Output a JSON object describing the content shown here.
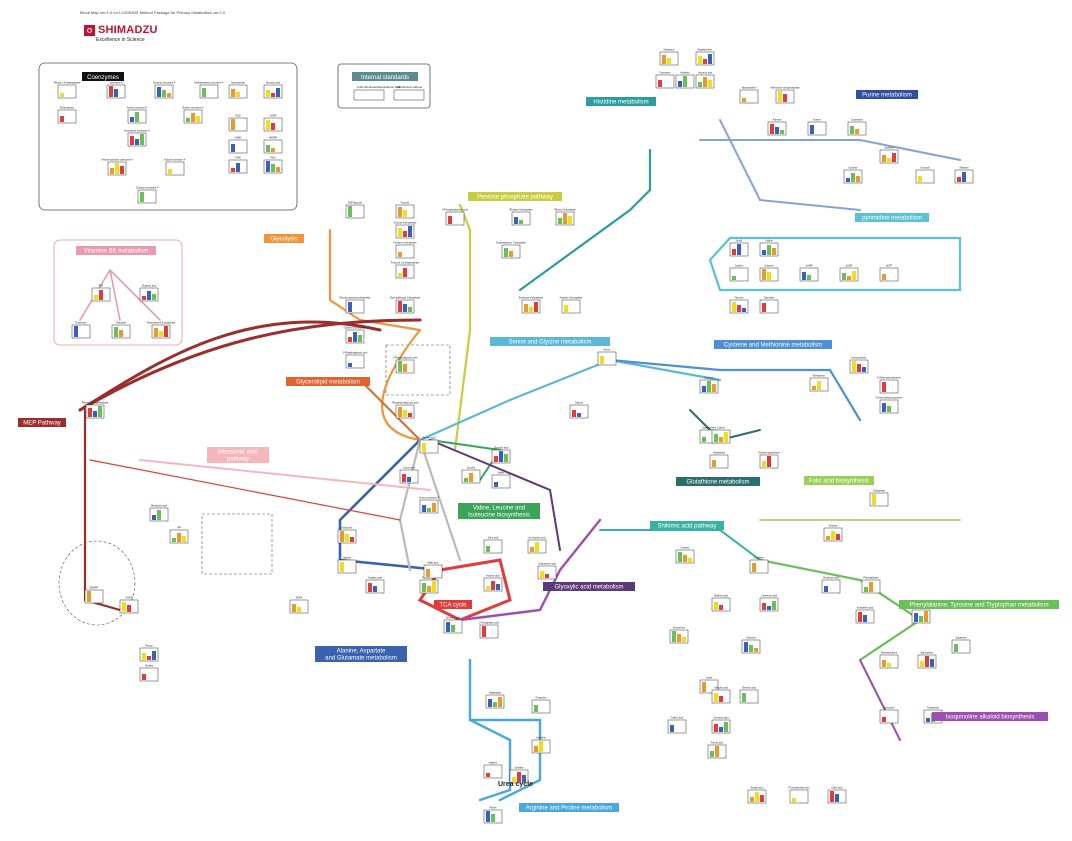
{
  "header": {
    "tagline": "Block Map Ver.1.0 for LC/MS/MS Method Package for Primary Metabolites ver.2.0",
    "brand": "SHIMADZU",
    "brand_sub": "Excellence in Science"
  },
  "panels": {
    "coenzymes": "Coenzymes",
    "internal_standards": "Internal standards",
    "internal_items": [
      "2-Morpholinoethanesulfonic acid",
      "Methionine sulfone"
    ]
  },
  "pathways": [
    {
      "label": "Histidine metabolism",
      "color": "#2a9d9f"
    },
    {
      "label": "Purine metabolism",
      "color": "#2f4fa3"
    },
    {
      "label": "Pentose phosphate pathway",
      "color": "#c9cc3f"
    },
    {
      "label": "pyrimidine metabolism",
      "color": "#5bc2d6"
    },
    {
      "label": "Glycolysis",
      "color": "#f0953a"
    },
    {
      "label": "Vitamine B6 metabolism",
      "color": "#e89bb0"
    },
    {
      "label": "Serine and Glycine metabolism",
      "color": "#5bb8d8"
    },
    {
      "label": "Cysteine and Methionine metabolism",
      "color": "#4f8fd6"
    },
    {
      "label": "Glycerolipid metabolism",
      "color": "#e2632e"
    },
    {
      "label": "MEP Pathway",
      "color": "#9b2d2d"
    },
    {
      "label": "Mevalonic acid pathway",
      "color": "#f5b7bd"
    },
    {
      "label": "Glutathione metabolism",
      "color": "#2a6f6a"
    },
    {
      "label": "Folic acid biosynthesis",
      "color": "#9ccf5a"
    },
    {
      "label": "Valine, Leucine and Isoleucine biosynthesis",
      "color": "#3aa55a"
    },
    {
      "label": "Shikimic acid pathway",
      "color": "#35b3a0"
    },
    {
      "label": "Glyoxylic acid metabolism",
      "color": "#5b3a7a"
    },
    {
      "label": "TCA cycle",
      "color": "#e23b3b"
    },
    {
      "label": "Phenylalanine, Tyrosine and Tryptophan metabolism",
      "color": "#6bbf5a"
    },
    {
      "label": "Alanine, Aspartate and Glutamate metabolism",
      "color": "#3a62b0"
    },
    {
      "label": "Isoquinoline alkaloid biosynthesis",
      "color": "#9b4fb0"
    },
    {
      "label": "Arginine and Proline metabolism",
      "color": "#4aa8e0"
    }
  ],
  "cycle_labels": {
    "urea": "Urea cycle"
  },
  "metabolites": [
    "Ribose 1,5-bisphosphate",
    "coenzyme A",
    "Succinyl coenzyme A",
    "Methylmalonyl coenzyme A",
    "Nicotinamide",
    "Nicotinic acid",
    "Pyridoxamine",
    "Acetyl coenzyme A",
    "Butyryl coenzyme A",
    "NAD",
    "NADP",
    "Acetoacetyl coenzyme A",
    "NADH",
    "NADPH",
    "3-Hydroxybutyryl coenzyme A",
    "Butyryl coenzyme A",
    "FMN",
    "FAD",
    "Crotonyl coenzyme A",
    "Histamine",
    "Ergothioneine",
    "Carnosine",
    "Histidine",
    "Urocanic acid",
    "Hypoxanthine",
    "Adenosine monophosphate",
    "Adenine",
    "Inosine",
    "Guanosine",
    "Xanthine",
    "Uric acid",
    "Allantoin",
    "Guanine",
    "ADP-glucose",
    "Glucose",
    "Glucose 6-phosphate",
    "6-Phosphogluconic acid",
    "Ribulose 5-phosphate",
    "Ribose 5-phosphate",
    "Fructose 6-phosphate",
    "Fructose 1,6-bisphosphate",
    "Glyceraldehyde 3-phosphate",
    "Dihydroxyacetone phosphate",
    "Sedoheptulose 7-phosphate",
    "Erythrose 4-phosphate",
    "Xylulose 5-phosphate",
    "Uracil",
    "Uridine",
    "Cytidine",
    "Cytosine",
    "Thymine",
    "Thymidine",
    "dUMP",
    "dUDP",
    "dUTP",
    "PLP",
    "Glutamic acid",
    "Pyridoxine",
    "Pyridoxal",
    "Pyridoxamine 5-phosphate",
    "Serine",
    "Glycine",
    "Cysteine",
    "Cystathionine",
    "Methionine",
    "Homocysteine",
    "S-Adenosylmethionine",
    "S-Adenosylhomocysteine",
    "Cystine",
    "Glutathione",
    "Oxidized glutathione",
    "Glycerol 3-phosphate",
    "3-Phosphoglyceric acid",
    "2-Phosphoglyceric acid",
    "Phosphoenolpyruvic acid",
    "Pyruvic acid",
    "Lactic acid",
    "Acetyl coenzyme A",
    "Citric acid",
    "cis-Aconitic acid",
    "Isocitric acid",
    "2-Ketoglutaric acid",
    "Succinic acid",
    "Fumaric acid",
    "Malic acid",
    "Oxaloacetic acid",
    "Glyoxylic acid",
    "Valine",
    "Leucine",
    "Isoleucine",
    "Alanine",
    "Aspartic acid",
    "Asparagine",
    "Glutamine",
    "Ornithine",
    "Citrulline",
    "Arginine",
    "Proline",
    "Creatine",
    "Creatinine",
    "Shikimic acid",
    "Chorismic acid",
    "Prephenic acid",
    "Phenylalanine",
    "Tyrosine",
    "Tryptophan",
    "Anthranilic acid",
    "Folic acid",
    "Dopamine",
    "Norepinephrine",
    "Epinephrine",
    "Serotonin",
    "Tryptamine",
    "Kynurenine",
    "Indole",
    "Salicylic acid",
    "Cinnamic acid",
    "Caffeic acid",
    "Ferulic acid",
    "Sinapic acid",
    "Protocatechuic acid",
    "Gallic acid",
    "Catechol",
    "Benzoic acid",
    "DOPA",
    "Taurine",
    "Choline",
    "Mevalonic acid",
    "IPP",
    "DMAPP",
    "GGPP",
    "Ribose 1,5-bisphosphate"
  ]
}
